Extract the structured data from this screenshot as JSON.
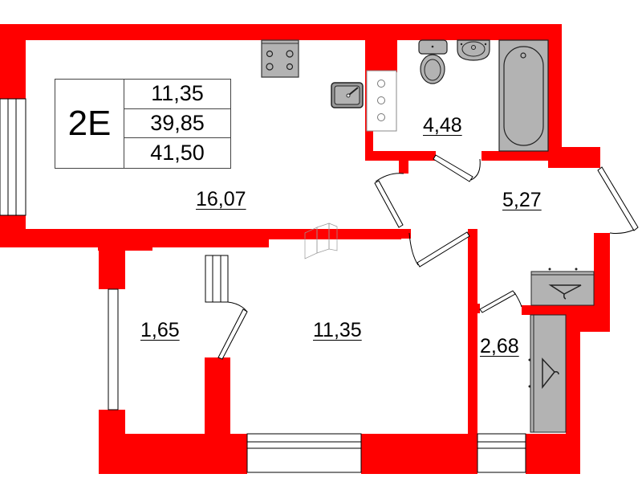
{
  "apartment": {
    "type_label": "2E",
    "summary_areas": [
      "11,35",
      "39,85",
      "41,50"
    ]
  },
  "rooms": [
    {
      "id": "kitchen-living",
      "area": "16,07"
    },
    {
      "id": "bathroom",
      "area": "4,48"
    },
    {
      "id": "hallway",
      "area": "5,27"
    },
    {
      "id": "loggia",
      "area": "1,65"
    },
    {
      "id": "bedroom",
      "area": "11,35"
    },
    {
      "id": "wardrobe",
      "area": "2,68"
    }
  ],
  "colors": {
    "wall": "#ff0000",
    "fixture_fill": "#b3b3b3",
    "fixture_stroke": "#333333",
    "background": "#ffffff",
    "text": "#000000"
  },
  "fixtures": [
    "stove",
    "kitchen-sink",
    "shaft",
    "toilet",
    "washbasin",
    "bathtub",
    "wardrobe-hanger",
    "wardrobe-hanger"
  ]
}
